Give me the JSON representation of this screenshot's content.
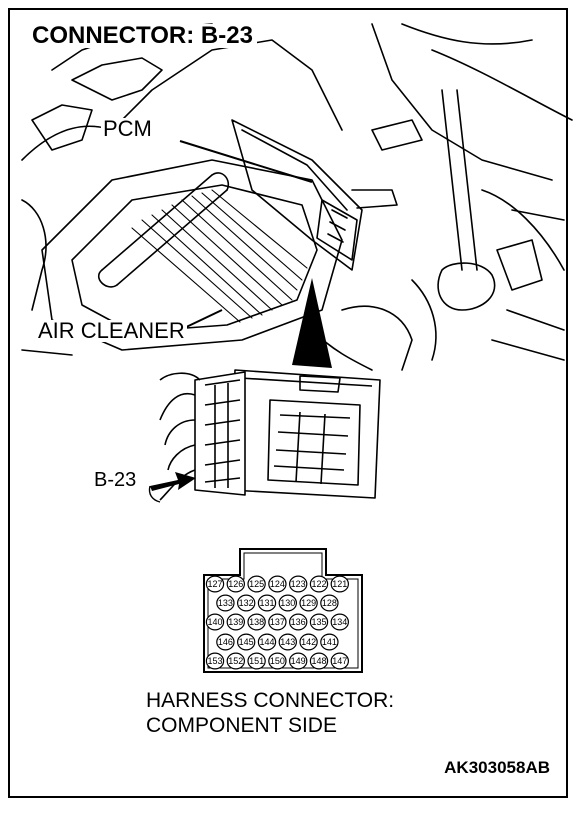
{
  "title": "CONNECTOR: B-23",
  "labels": {
    "pcm": "PCM",
    "air_cleaner": "AIR CLEANER",
    "connector_callout": "B-23",
    "harness_line1": "HARNESS CONNECTOR:",
    "harness_line2": "COMPONENT SIDE",
    "figure_code": "AK303058AB"
  },
  "connector_pins": {
    "row1": [
      "127",
      "126",
      "125",
      "124",
      "123",
      "122",
      "121"
    ],
    "row2": [
      "133",
      "132",
      "131",
      "130",
      "129",
      "128"
    ],
    "row3": [
      "140",
      "139",
      "138",
      "137",
      "136",
      "135",
      "134"
    ],
    "row4": [
      "146",
      "145",
      "144",
      "143",
      "142",
      "141"
    ],
    "row5": [
      "153",
      "152",
      "151",
      "150",
      "149",
      "148",
      "147"
    ]
  }
}
